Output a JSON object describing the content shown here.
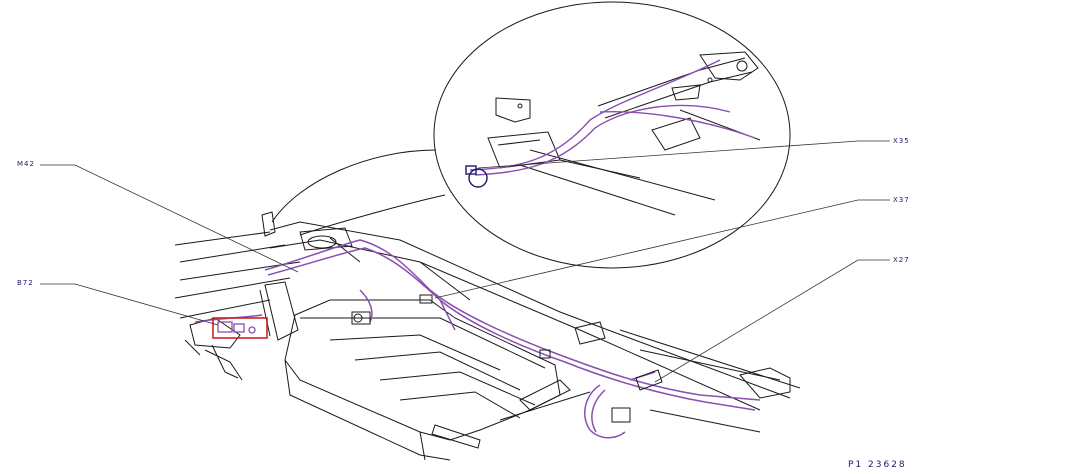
{
  "callouts": {
    "m42": "M42",
    "b72": "B72",
    "x35": "X35",
    "x37": "X37",
    "x27": "X27"
  },
  "drawing_ref": "P1 23628",
  "colors": {
    "line": "#1a1a1a",
    "harness": "#8a4fb0",
    "highlight": "#cc2222",
    "label": "#1a1a6e"
  }
}
